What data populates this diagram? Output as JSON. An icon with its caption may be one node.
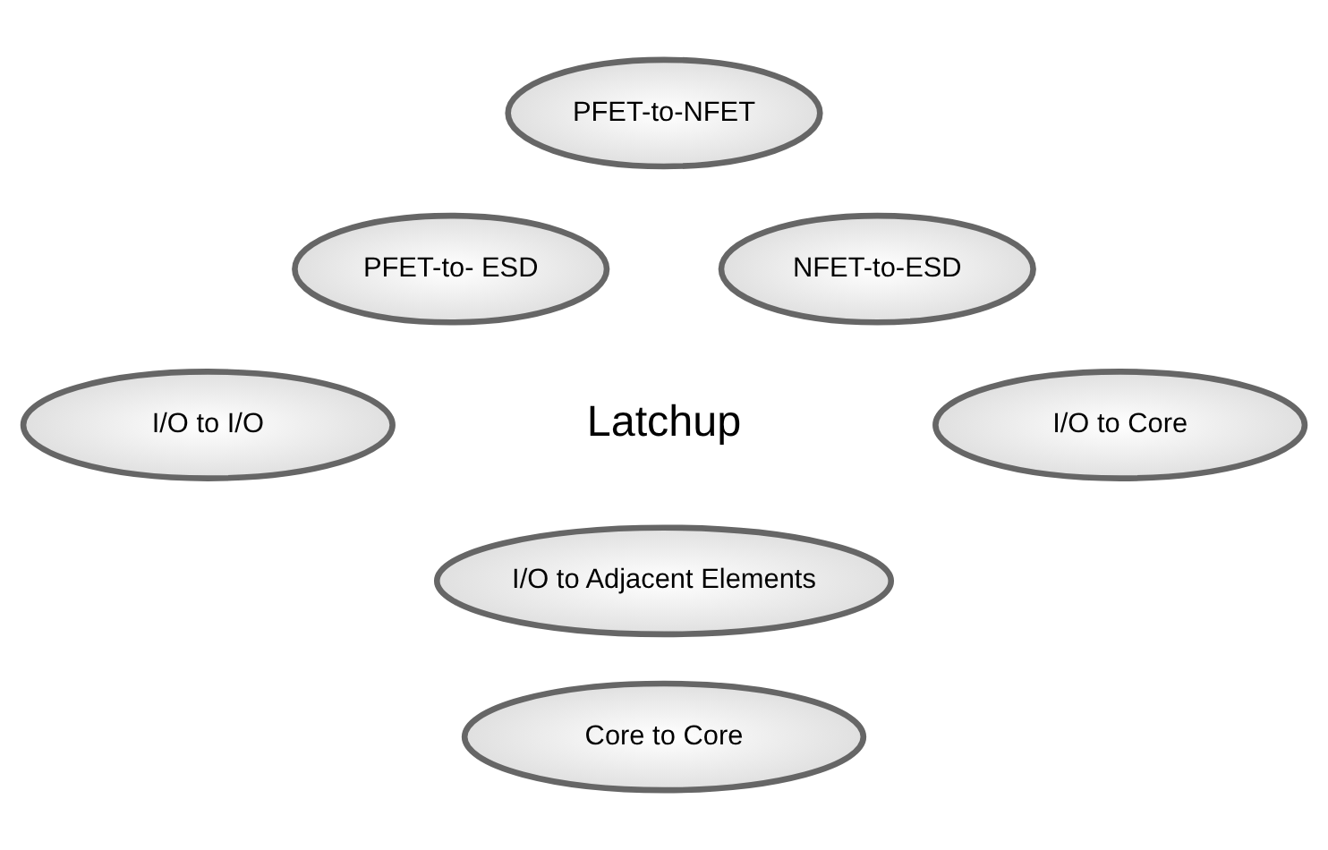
{
  "diagram": {
    "nodes": [
      {
        "text": [
          "PFET-to-NFET"
        ]
      },
      {
        "text": [
          "PFET-to- ESD"
        ]
      },
      {
        "text": [
          "NFET-to-ESD"
        ]
      },
      {
        "text": [
          "I/O to I/O"
        ]
      },
      {
        "text": [
          "I/O to Core"
        ]
      },
      {
        "text": [
          "I/O to Adjacent Elements"
        ]
      },
      {
        "text": [
          "Core to Core"
        ]
      }
    ],
    "edges": [],
    "labels": [
      "Latchup"
    ]
  }
}
